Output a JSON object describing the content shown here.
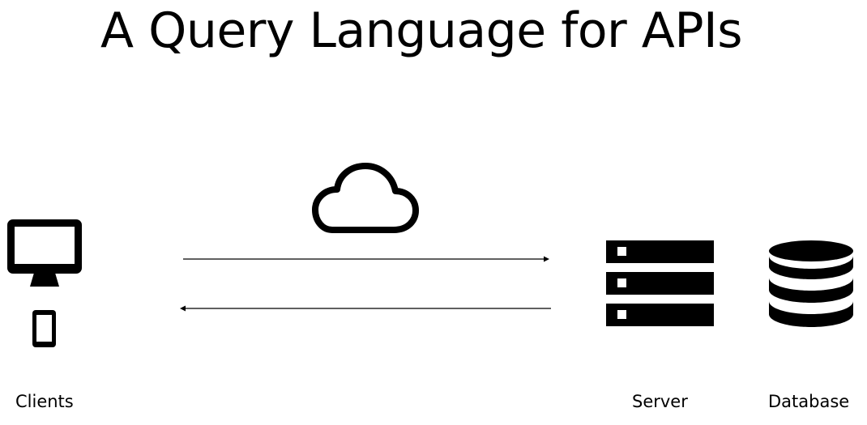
{
  "title": "A Query Language for APIs",
  "labels": {
    "clients": "Clients",
    "server": "Server",
    "database": "Database"
  },
  "icons": {
    "cloud": "cloud-icon",
    "monitor": "monitor-icon",
    "phone": "phone-icon",
    "server": "server-rack-icon",
    "database": "database-icon"
  },
  "colors": {
    "foreground": "#000000",
    "background": "#ffffff"
  }
}
